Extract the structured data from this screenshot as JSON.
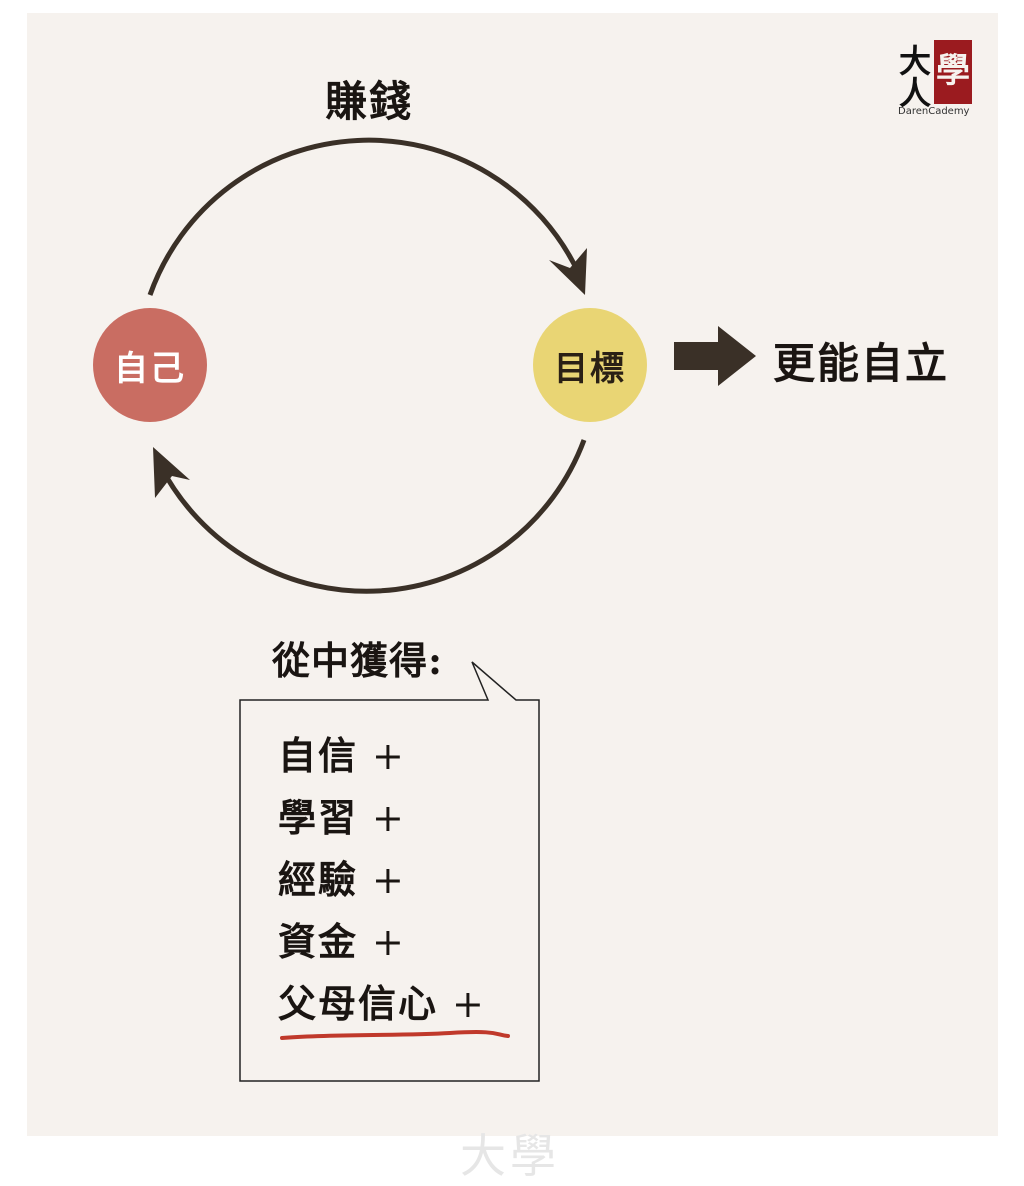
{
  "diagram": {
    "cycle_top_label": "賺錢",
    "node_self": "自己",
    "node_goal": "目標",
    "outcome": "更能自立",
    "gains_title": "從中獲得:",
    "gains": [
      "自信",
      "學習",
      "經驗",
      "資金",
      "父母信心"
    ],
    "plus_sign": "+"
  },
  "logo": {
    "brand": "DarenCademy",
    "chars": [
      "大",
      "人",
      "學"
    ]
  },
  "watermark": "大學",
  "colors": {
    "self_node": "#c96d62",
    "goal_node": "#e9d574",
    "arrow": "#3a3027",
    "underline": "#c0392b",
    "logo_red": "#9b1b1f"
  }
}
